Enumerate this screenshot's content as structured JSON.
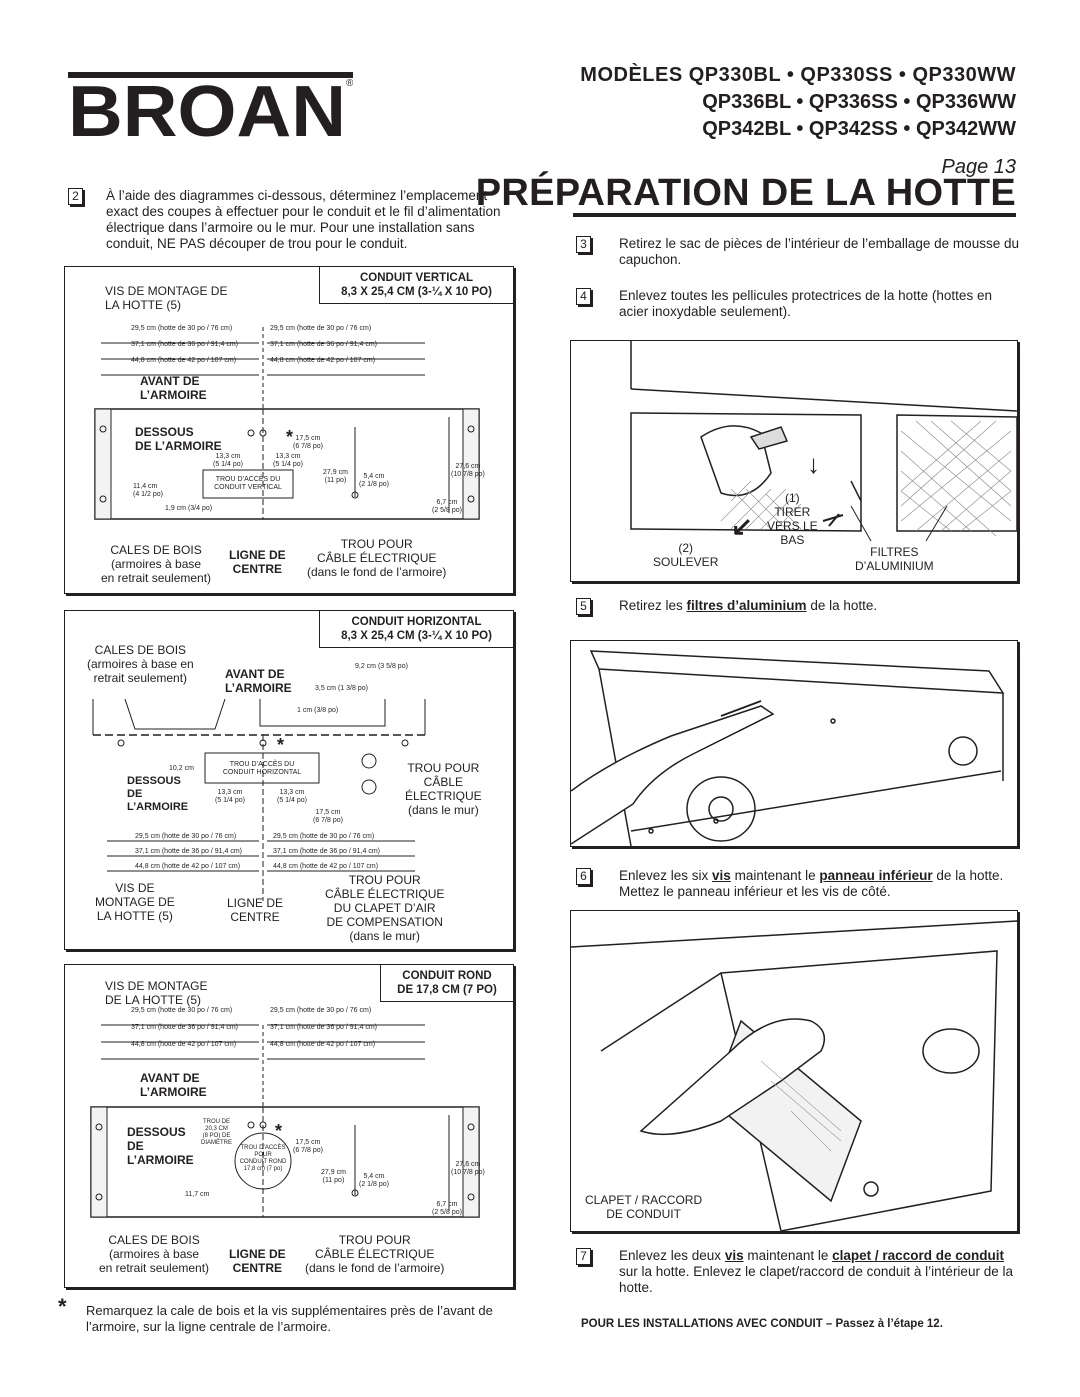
{
  "brand": "BROAN",
  "models": {
    "line1": "MODÈLES  QP330BL • QP330SS • QP330WW",
    "line2": "QP336BL • QP336SS • QP336WW",
    "line3": "QP342BL • QP342SS • QP342WW"
  },
  "page_label": "Page 13",
  "page_title": "PRÉPARATION DE LA HOTTE",
  "steps": {
    "s2": {
      "num": "2",
      "text": "À l’aide des diagrammes ci-dessous, déterminez l’emplacement exact des coupes à effectuer pour le conduit et le fil d’alimentation électrique dans l’armoire ou le mur. Pour une installation sans conduit, NE PAS découper de trou pour le conduit."
    },
    "s3": {
      "num": "3",
      "text": "Retirez le sac de pièces de l’intérieur de l’emballage de mousse du capuchon."
    },
    "s4": {
      "num": "4",
      "text": "Enlevez toutes les pellicules protectrices de la hotte (hottes en acier inoxydable seulement)."
    },
    "s5": {
      "num": "5",
      "pre": "Retirez les ",
      "em": "filtres d’aluminium",
      "post": " de la hotte."
    },
    "s6": {
      "num": "6",
      "pre": "Enlevez les six ",
      "em1": "vis",
      "mid": " maintenant le ",
      "em2": "panneau inférieur",
      "post": " de la hotte. Mettez le panneau inférieur et les vis de côté."
    },
    "s7": {
      "num": "7",
      "pre": "Enlevez les deux ",
      "em1": "vis",
      "mid": " maintenant le ",
      "em2": "clapet / raccord de conduit",
      "post": " sur la hotte. Enlevez le clapet/raccord de conduit à l’intérieur de la hotte."
    }
  },
  "photo4": {
    "tirer": "(1)\nTIRER\nVERS LE\nBAS",
    "soulever": "(2)\nSOULEVER",
    "filtres": "FILTRES\nD’ALUMINIUM"
  },
  "photo6": {
    "clapet": "CLAPET / RACCORD\nDE CONDUIT"
  },
  "d1": {
    "head1": "CONDUIT VERTICAL",
    "head2": "8,3 X 25,4 CM (3-¼ X 10 PO)",
    "vis": "VIS DE MONTAGE DE\nLA HOTTE (5)",
    "dim295": "29,5 cm (hotte de 30 po / 76 cm)",
    "dim371": "37,1 cm (hotte de 36 po / 91,4 cm)",
    "dim448": "44,8 cm (hotte de 42 po / 107 cm)",
    "avant": "AVANT DE\nL’ARMOIRE",
    "dessous": "DESSOUS\nDE L’ARMOIRE",
    "d133a": "13,3 cm\n(5 1/4 po)",
    "d133b": "13,3 cm\n(5 1/4 po)",
    "d175": "17,5 cm\n(6 7/8 po)",
    "d114": "11,4 cm\n(4 1/2 po)",
    "d279": "27,9 cm\n(11 po)",
    "d54": "5,4 cm\n(2 1/8 po)",
    "d276": "27,6 cm\n(10 7/8 po)",
    "d67": "6,7 cm\n(2 5/8 po)",
    "d19": "1,9 cm (3/4 po)",
    "trou_acces": "TROU D’ACCÈS DU\nCONDUIT VERTICAL",
    "cales": "CALES DE BOIS\n(armoires à base\nen retrait seulement)",
    "ligne": "LIGNE DE\nCENTRE",
    "trou_pour": "TROU POUR\nCÂBLE ÉLECTRIQUE\n(dans le fond de l’armoire)"
  },
  "d2": {
    "head1": "CONDUIT HORIZONTAL",
    "head2": "8,3 X 25,4 CM (3-¼ X 10 PO)",
    "cales": "CALES DE BOIS\n(armoires à base en\nretrait seulement)",
    "avant": "AVANT DE\nL’ARMOIRE",
    "d92": "9,2 cm (3 5/8 po)",
    "d35": "3,5 cm (1 3/8 po)",
    "d1cm": "1 cm (3/8 po)",
    "d102": "10,2 cm",
    "trou_acces": "TROU D’ACCÈS DU\nCONDUIT HORIZONTAL",
    "dessous": "DESSOUS\nDE\nL’ARMOIRE",
    "d133a": "13,3 cm\n(5 1/4 po)",
    "d133b": "13,3 cm\n(5 1/4 po)",
    "d175": "17,5 cm\n(6 7/8 po)",
    "trou_cable": "TROU POUR\nCÂBLE\nÉLECTRIQUE\n(dans le mur)",
    "dim295": "29,5 cm (hotte de 30 po / 76 cm)",
    "dim371": "37,1 cm (hotte de 36 po / 91,4 cm)",
    "dim448": "44,8 cm (hotte de 42 po / 107 cm)",
    "vis": "VIS DE\nMONTAGE DE\nLA HOTTE (5)",
    "ligne": "LIGNE DE\nCENTRE",
    "trou_clapet": "TROU POUR\nCÂBLE ÉLECTRIQUE\nDU CLAPET D’AIR\nDE COMPENSATION\n(dans le mur)"
  },
  "d3": {
    "head1": "CONDUIT ROND",
    "head2": "DE 17,8 CM (7 PO)",
    "vis": "VIS DE MONTAGE\nDE LA HOTTE (5)",
    "dim295": "29,5 cm (hotte de 30 po / 76 cm)",
    "dim371": "37,1 cm (hotte de 36 po / 91,4 cm)",
    "dim448": "44,8 cm (hotte de 42 po / 107 cm)",
    "avant": "AVANT DE\nL’ARMOIRE",
    "dessous": "DESSOUS\nDE\nL’ARMOIRE",
    "trou_de": "TROU DE\n20,3 CM\n(8 PO) DE\nDIAMÈTRE",
    "trou_acces": "TROU D’ACCÈS\nPOUR\nCONDUIT ROND\n17,8 cm (7 po)",
    "d175": "17,5 cm\n(6 7/8 po)",
    "d279": "27,9 cm\n(11 po)",
    "d54": "5,4 cm\n(2 1/8 po)",
    "d276": "27,6 cm\n(10 7/8 po)",
    "d67": "6,7 cm\n(2 5/8 po)",
    "d117": "11,7 cm",
    "cales": "CALES DE BOIS\n(armoires à base\nen retrait seulement)",
    "ligne": "LIGNE DE\nCENTRE",
    "trou_pour": "TROU POUR\nCÂBLE ÉLECTRIQUE\n(dans le fond de l’armoire)"
  },
  "footnote": {
    "star": "*",
    "text": "Remarquez la cale de bois et la vis supplémentaires près de l’avant de l’armoire, sur la ligne centrale de l’armoire."
  },
  "final_note": "POUR LES INSTALLATIONS AVEC CONDUIT – Passez à l’étape 12."
}
